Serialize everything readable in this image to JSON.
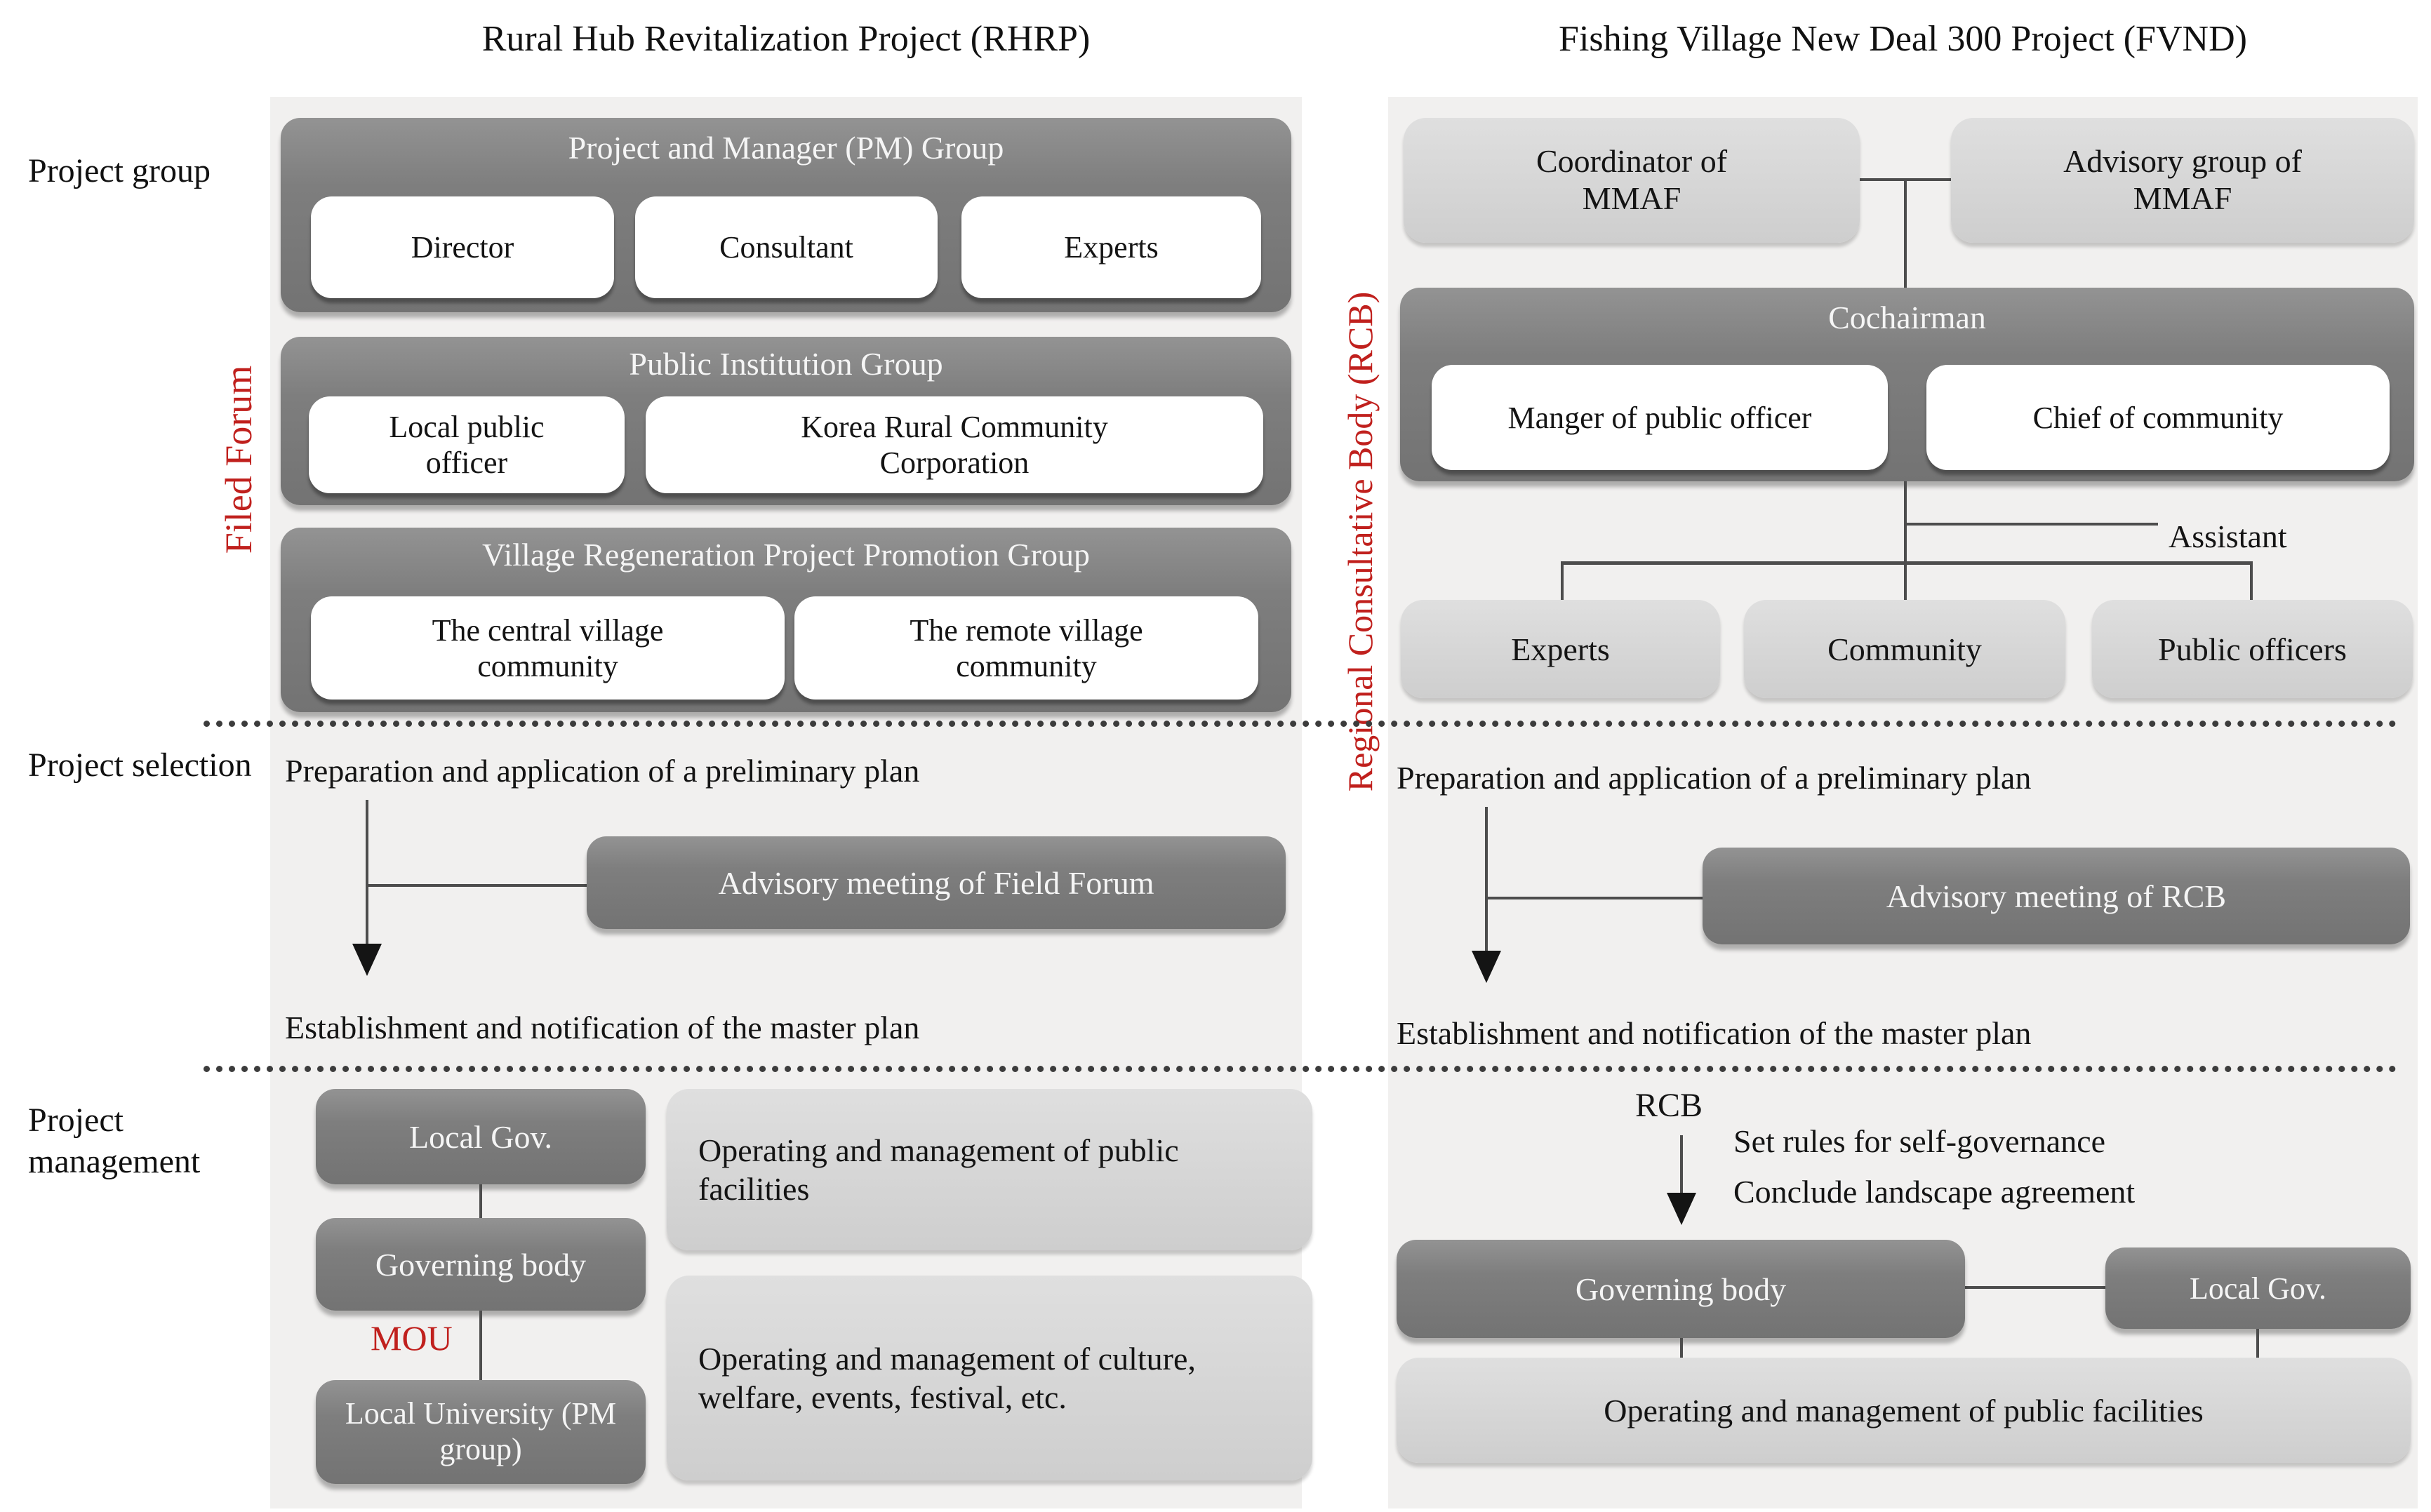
{
  "row_labels": [
    "Project group",
    "Project selection",
    "Project management"
  ],
  "colors": {
    "dark_box": "#7e7e7e",
    "light_box": "#d4d4d4",
    "panel_bg": "#f1f0ef",
    "accent_red": "#c0201d"
  },
  "left": {
    "title": "Rural Hub Revitalization Project (RHRP)",
    "side_label": "Filed Forum",
    "groups": [
      {
        "title": "Project and Manager (PM) Group",
        "members": [
          "Director",
          "Consultant",
          "Experts"
        ]
      },
      {
        "title": "Public Institution Group",
        "members": [
          "Local public officer",
          "Korea Rural Community Corporation"
        ]
      },
      {
        "title": "Village Regeneration Project Promotion Group",
        "members": [
          "The central village community",
          "The remote village community"
        ]
      }
    ],
    "selection": {
      "step1": "Preparation and application of a preliminary plan",
      "advisory": "Advisory meeting of Field Forum",
      "step2": "Establishment and notification of the master plan"
    },
    "management": {
      "local_gov": "Local Gov.",
      "governing_body": "Governing body",
      "mou": "MOU",
      "local_university": "Local University (PM group)",
      "facilities": "Operating and management of public facilities",
      "culture": "Operating and management of culture, welfare, events, festival, etc."
    }
  },
  "right": {
    "title": "Fishing Village New Deal 300 Project (FVND)",
    "side_label": "Regional Consultative Body (RCB)",
    "org": {
      "coordinator": "Coordinator of MMAF",
      "advisory_group": "Advisory group of MMAF",
      "cochairman": "Cochairman",
      "manager": "Manger of public officer",
      "chief": "Chief of community",
      "assistant": "Assistant",
      "lower": [
        "Experts",
        "Community",
        "Public officers"
      ]
    },
    "selection": {
      "step1": "Preparation and application of a preliminary plan",
      "advisory": "Advisory meeting of RCB",
      "step2": "Establishment and notification of the master plan"
    },
    "management": {
      "rcb": "RCB",
      "note1": "Set rules for self-governance",
      "note2": "Conclude landscape agreement",
      "governing_body": "Governing body",
      "local_gov": "Local Gov.",
      "facilities": "Operating and management of public facilities"
    }
  }
}
